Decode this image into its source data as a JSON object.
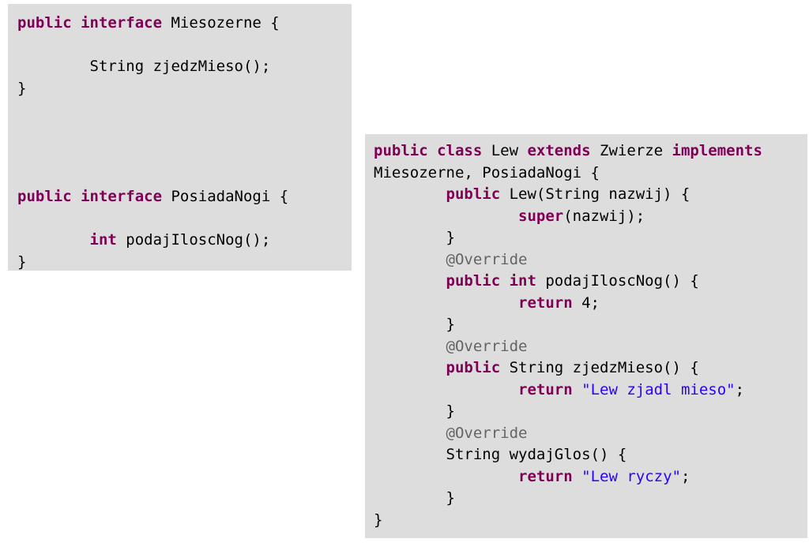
{
  "colors": {
    "background": "#ffffff",
    "code_background": "#dddddd",
    "keyword": "#7f0055",
    "text": "#000000",
    "annotation": "#646464",
    "string": "#2a00ff"
  },
  "left_block": {
    "lines": [
      [
        {
          "t": "kw",
          "v": "public interface"
        },
        {
          "t": "plain",
          "v": " Miesozerne {"
        }
      ],
      [],
      [
        {
          "t": "plain",
          "v": "        String zjedzMieso();"
        }
      ],
      [
        {
          "t": "plain",
          "v": "}"
        }
      ],
      [],
      [],
      [],
      [],
      [
        {
          "t": "kw",
          "v": "public interface"
        },
        {
          "t": "plain",
          "v": " PosiadaNogi {"
        }
      ],
      [],
      [
        {
          "t": "plain",
          "v": "        "
        },
        {
          "t": "kw",
          "v": "int"
        },
        {
          "t": "plain",
          "v": " podajIloscNog();"
        }
      ],
      [
        {
          "t": "plain",
          "v": "}"
        }
      ]
    ]
  },
  "right_block": {
    "lines": [
      [
        {
          "t": "kw",
          "v": "public class"
        },
        {
          "t": "plain",
          "v": " Lew "
        },
        {
          "t": "kw",
          "v": "extends"
        },
        {
          "t": "plain",
          "v": " Zwierze "
        },
        {
          "t": "kw",
          "v": "implements"
        }
      ],
      [
        {
          "t": "plain",
          "v": "Miesozerne, PosiadaNogi {"
        }
      ],
      [
        {
          "t": "plain",
          "v": "        "
        },
        {
          "t": "kw",
          "v": "public"
        },
        {
          "t": "plain",
          "v": " Lew(String nazwij) {"
        }
      ],
      [
        {
          "t": "plain",
          "v": "                "
        },
        {
          "t": "kw",
          "v": "super"
        },
        {
          "t": "plain",
          "v": "(nazwij);"
        }
      ],
      [
        {
          "t": "plain",
          "v": "        }"
        }
      ],
      [
        {
          "t": "plain",
          "v": "        "
        },
        {
          "t": "ann",
          "v": "@Override"
        }
      ],
      [
        {
          "t": "plain",
          "v": "        "
        },
        {
          "t": "kw",
          "v": "public int"
        },
        {
          "t": "plain",
          "v": " podajIloscNog() {"
        }
      ],
      [
        {
          "t": "plain",
          "v": "                "
        },
        {
          "t": "kw",
          "v": "return"
        },
        {
          "t": "plain",
          "v": " 4;"
        }
      ],
      [
        {
          "t": "plain",
          "v": "        }"
        }
      ],
      [
        {
          "t": "plain",
          "v": "        "
        },
        {
          "t": "ann",
          "v": "@Override"
        }
      ],
      [
        {
          "t": "plain",
          "v": "        "
        },
        {
          "t": "kw",
          "v": "public"
        },
        {
          "t": "plain",
          "v": " String zjedzMieso() {"
        }
      ],
      [
        {
          "t": "plain",
          "v": "                "
        },
        {
          "t": "kw",
          "v": "return"
        },
        {
          "t": "plain",
          "v": " "
        },
        {
          "t": "str",
          "v": "\"Lew zjadl mieso\""
        },
        {
          "t": "plain",
          "v": ";"
        }
      ],
      [
        {
          "t": "plain",
          "v": "        }"
        }
      ],
      [
        {
          "t": "plain",
          "v": "        "
        },
        {
          "t": "ann",
          "v": "@Override"
        }
      ],
      [
        {
          "t": "plain",
          "v": "        String wydajGlos() {"
        }
      ],
      [
        {
          "t": "plain",
          "v": "                "
        },
        {
          "t": "kw",
          "v": "return"
        },
        {
          "t": "plain",
          "v": " "
        },
        {
          "t": "str",
          "v": "\"Lew ryczy\""
        },
        {
          "t": "plain",
          "v": ";"
        }
      ],
      [
        {
          "t": "plain",
          "v": "        }"
        }
      ],
      [
        {
          "t": "plain",
          "v": "}"
        }
      ]
    ]
  }
}
